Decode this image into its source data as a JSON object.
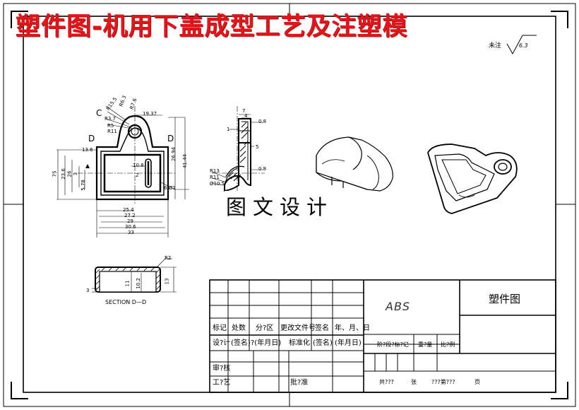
{
  "title": "塑件图-机用下盖成型工艺及注塑模",
  "watermark": "图文设计",
  "surface_note": "未注",
  "roughness_value": "6.3",
  "view_labels": {
    "c": "C",
    "d_left": "D",
    "d_right": "D",
    "section": "SECTION D—D"
  },
  "front_view_dims": [
    "R6.3",
    "R15.5",
    "R7.6",
    "R3.7",
    "R5",
    "R11",
    "19.37",
    "13.6",
    "75",
    "23.6",
    "26",
    "3",
    "5.78",
    "10.8",
    "2",
    "41.44",
    "26.94",
    "6-Ø1",
    "25.4",
    "27.2",
    "29",
    "30.6",
    "33"
  ],
  "side_view_dims": [
    "7",
    "4",
    "1",
    "0.8",
    "5",
    "0.8",
    "R13",
    "R11",
    "Ø10.5"
  ],
  "section_dims": [
    "R2",
    "3",
    "11",
    "10.2",
    "13"
  ],
  "title_block": {
    "material": "ABS",
    "part_name": "塑件图",
    "row_headers": [
      "标记",
      "处数",
      "分?区",
      "更改文件号",
      "签名",
      "年、月、日"
    ],
    "design_row": [
      "设?计",
      "(签名)",
      "?(年月日)",
      "标准化",
      "(签名)",
      "(年月日)"
    ],
    "stage_labels": [
      "阶?段?标?记",
      "重?量",
      "比?例"
    ],
    "review": "审?核",
    "process": "工?艺",
    "approve": "批?准",
    "total": "共???",
    "sheet": "张",
    "sheet_no": "???第???",
    "page": "页"
  },
  "colors": {
    "title": "#e0161b",
    "lines": "#000000"
  }
}
